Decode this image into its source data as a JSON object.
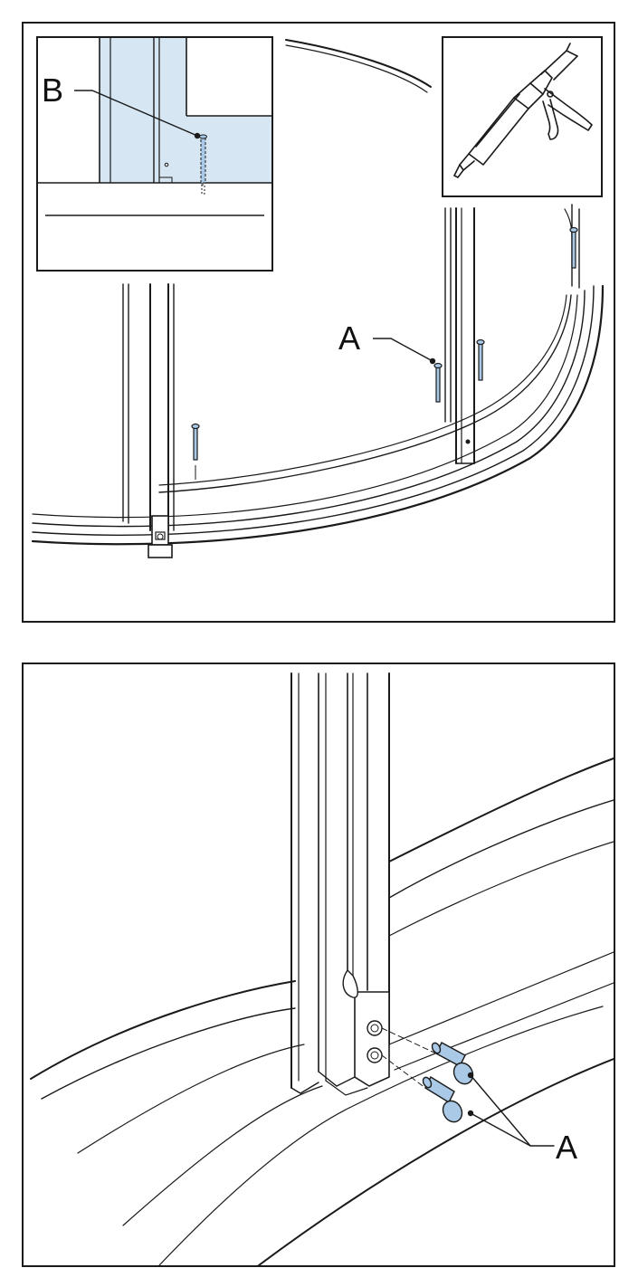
{
  "top_panel": {
    "label_a": "A",
    "label_b": "B",
    "inset_tool_icon": "caulking-gun-icon",
    "screw_color": "#a9c9e6",
    "highlight_color": "#d6e6f3"
  },
  "bottom_panel": {
    "label_a": "A",
    "bolt_color": "#a9c9e6"
  }
}
